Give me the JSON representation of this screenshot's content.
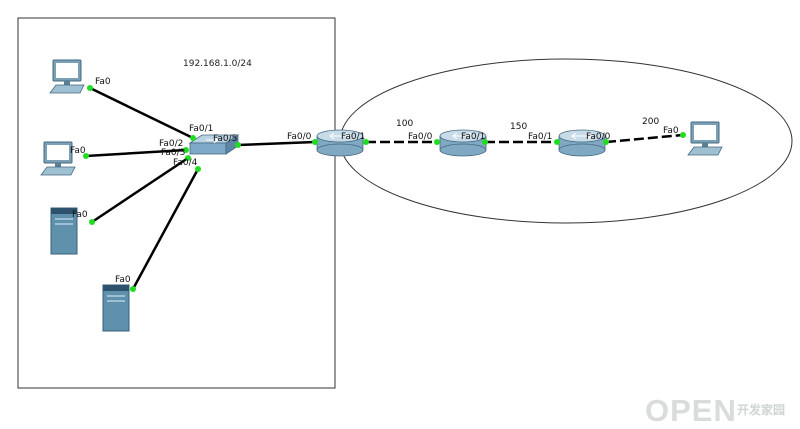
{
  "network": {
    "subnet_label": "192.168.1.0/24"
  },
  "ports": {
    "pc1_fa0": "Fa0",
    "pc2_fa0": "Fa0",
    "srv1_fa0": "Fa0",
    "srv2_fa0": "Fa0",
    "sw_fa0_1": "Fa0/1",
    "sw_fa0_2": "Fa0/2",
    "sw_fa0_3": "Fa0/3",
    "sw_fa0_4": "Fa0/4",
    "sw_fa0_5": "Fa0/5",
    "r1_fa0_0": "Fa0/0",
    "r1_fa0_1": "Fa0/1",
    "r2_fa0_0": "Fa0/0",
    "r2_fa0_1": "Fa0/1",
    "r3_fa0_1": "Fa0/1",
    "r3_fa0_0": "Fa0/0",
    "pc3_fa0": "Fa0"
  },
  "links": {
    "r1_r2": "100",
    "r2_r3": "150",
    "r3_pc": "200"
  },
  "watermark": {
    "main": "OPEN",
    "sub": "开发家园"
  },
  "colors": {
    "port_dot": "#21dd21",
    "link": "#000000",
    "router": "#8fb3c9",
    "switch": "#7ea9c6",
    "device": "#5a8fab"
  }
}
